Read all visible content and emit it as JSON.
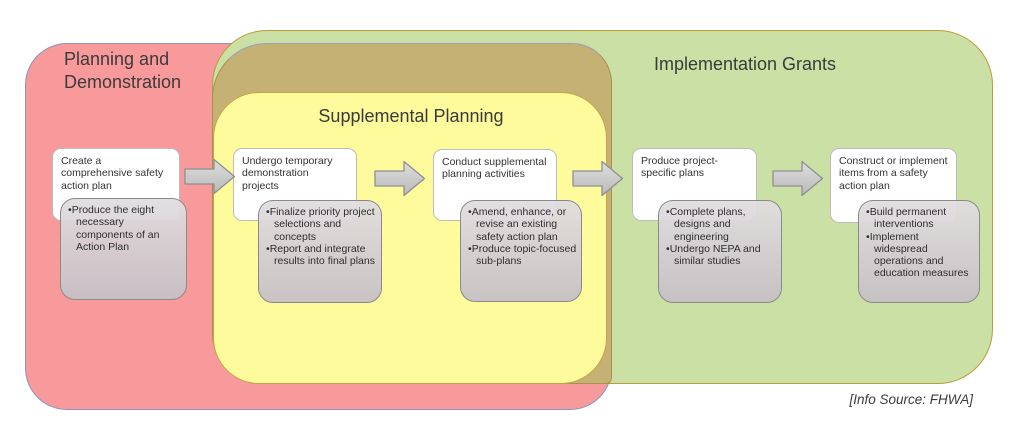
{
  "regions": {
    "planning": {
      "label": "Planning and Demonstration",
      "fill": "#F8999B",
      "border": "#8A93BF"
    },
    "implementation": {
      "label": "Implementation Grants",
      "fill": "#CBE0A5",
      "border": "#BE9B39"
    },
    "supplemental": {
      "label": "Supplemental Planning",
      "fill": "#FEFB9C",
      "border": "#C9A344"
    },
    "overlap": {
      "fill": "#C5B173"
    }
  },
  "steps": [
    {
      "title": "Create a comprehensive safety action plan",
      "bullets": [
        "Produce the eight necessary components of an Action Plan"
      ]
    },
    {
      "title": "Undergo temporary demonstration projects",
      "bullets": [
        "Finalize priority project selections and concepts",
        "Report and integrate results into final plans"
      ]
    },
    {
      "title": "Conduct supplemental planning activities",
      "bullets": [
        "Amend, enhance, or revise an existing safety action plan",
        "Produce topic-focused sub-plans"
      ]
    },
    {
      "title": "Produce project-specific plans",
      "bullets": [
        "Complete plans, designs and engineering",
        "Undergo NEPA and similar studies"
      ]
    },
    {
      "title": "Construct or implement items from a safety action plan",
      "bullets": [
        "Build permanent interventions",
        "Implement widespread operations and education measures"
      ]
    }
  ],
  "footer": {
    "source_note": "[Info Source: FHWA]"
  },
  "icons": {
    "flow_arrow": "arrow-right-icon"
  },
  "ui_colors": {
    "step_box_fill": "#FFFFFF",
    "step_box_border": "#BDBDBD",
    "detail_box_border": "#8A8A8A",
    "arrow_fill_top": "#DEDEDE",
    "arrow_fill_bottom": "#B9B9B9",
    "arrow_stroke": "#8F8F8F",
    "text": "#3B3B3B"
  }
}
